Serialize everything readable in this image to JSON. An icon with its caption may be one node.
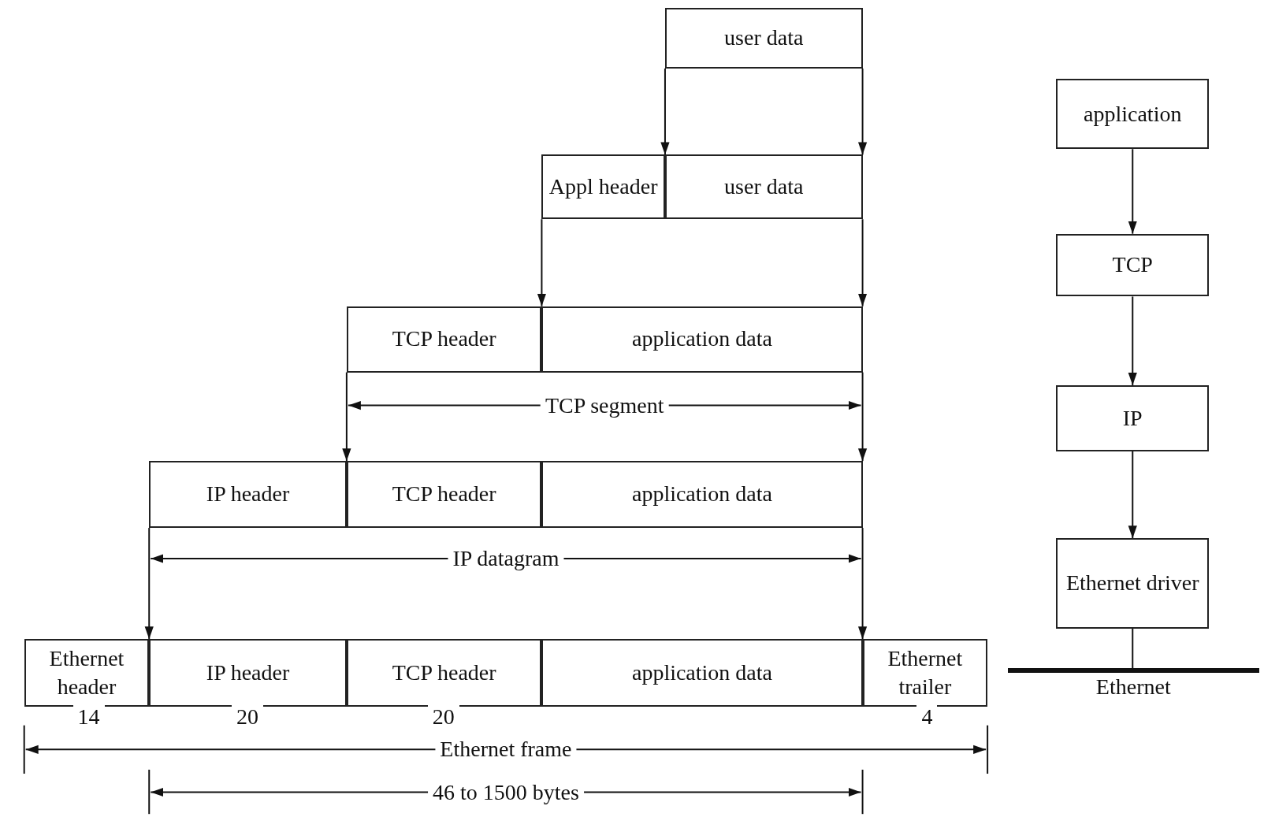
{
  "diagram": {
    "nodes": [
      {
        "text": [
          "user data"
        ]
      },
      {
        "text": [
          "Appl header"
        ]
      },
      {
        "text": [
          "user data"
        ]
      },
      {
        "text": [
          "TCP header"
        ]
      },
      {
        "text": [
          "application data"
        ]
      },
      {
        "text": [
          "IP header"
        ]
      },
      {
        "text": [
          "TCP header"
        ]
      },
      {
        "text": [
          "application data"
        ]
      },
      {
        "text": [
          "Ethernet header"
        ]
      },
      {
        "text": [
          "IP header"
        ]
      },
      {
        "text": [
          "TCP header"
        ]
      },
      {
        "text": [
          "application data"
        ]
      },
      {
        "text": [
          "Ethernet trailer"
        ]
      },
      {
        "text": [
          "application"
        ]
      },
      {
        "text": [
          "TCP"
        ]
      },
      {
        "text": [
          "IP"
        ]
      },
      {
        "text": [
          "Ethernet driver"
        ]
      },
      {
        "text": [
          "Ethernet"
        ]
      }
    ],
    "edges": [
      {
        "from": 0,
        "to": 2,
        "arrow": "to"
      },
      {
        "from": 0,
        "to": 2,
        "arrow": "to"
      },
      {
        "from": 1,
        "to": 4,
        "arrow": "to"
      },
      {
        "from": 2,
        "to": 4,
        "arrow": "to"
      },
      {
        "from": 3,
        "to": 6,
        "arrow": "to"
      },
      {
        "from": 4,
        "to": 7,
        "arrow": "to"
      },
      {
        "from": 5,
        "to": 9,
        "arrow": "to"
      },
      {
        "from": 7,
        "to": 11,
        "arrow": "to"
      },
      {
        "from": 13,
        "to": 14,
        "arrow": "to"
      },
      {
        "from": 14,
        "to": 15,
        "arrow": "to"
      },
      {
        "from": 15,
        "to": 16,
        "arrow": "to"
      },
      {
        "from": 16,
        "to": 17,
        "arrow": "none"
      }
    ],
    "labels": [
      "TCP segment",
      "IP datagram",
      "14",
      "20",
      "20",
      "4",
      "Ethernet frame",
      "46 to 1500 bytes"
    ]
  }
}
